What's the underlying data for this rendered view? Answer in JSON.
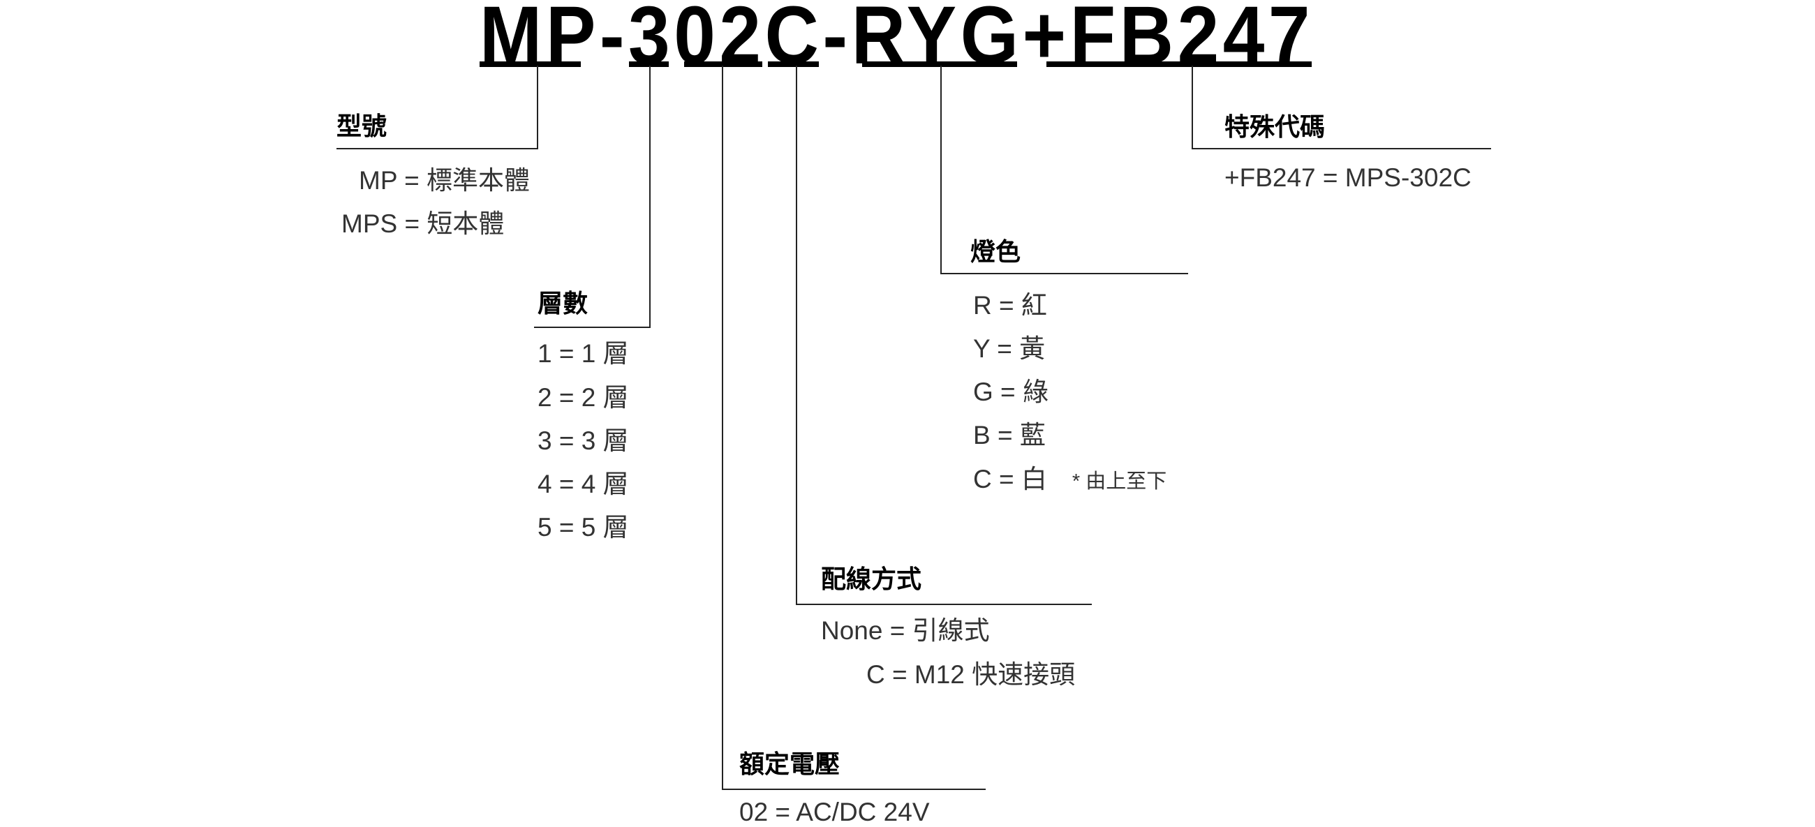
{
  "model_code": "MP-302C-RYG+FB247",
  "groups": {
    "type": {
      "heading": "型號",
      "items": [
        "MP = 標準本體",
        "MPS = 短本體"
      ]
    },
    "layers": {
      "heading": "層數",
      "items": [
        "1 = 1 層",
        "2 = 2 層",
        "3 = 3 層",
        "4 = 4 層",
        "5 = 5 層"
      ]
    },
    "voltage": {
      "heading": "額定電壓",
      "items": [
        "02 = AC/DC 24V"
      ]
    },
    "wiring": {
      "heading": "配線方式",
      "items": [
        "None = 引線式",
        "C = M12 快速接頭"
      ]
    },
    "color": {
      "heading": "燈色",
      "items": [
        "R = 紅",
        "Y = 黃",
        "G = 綠",
        "B = 藍",
        "C = 白"
      ],
      "note": "* 由上至下"
    },
    "special": {
      "heading": "特殊代碼",
      "items": [
        "+FB247 = MPS-302C"
      ]
    }
  }
}
